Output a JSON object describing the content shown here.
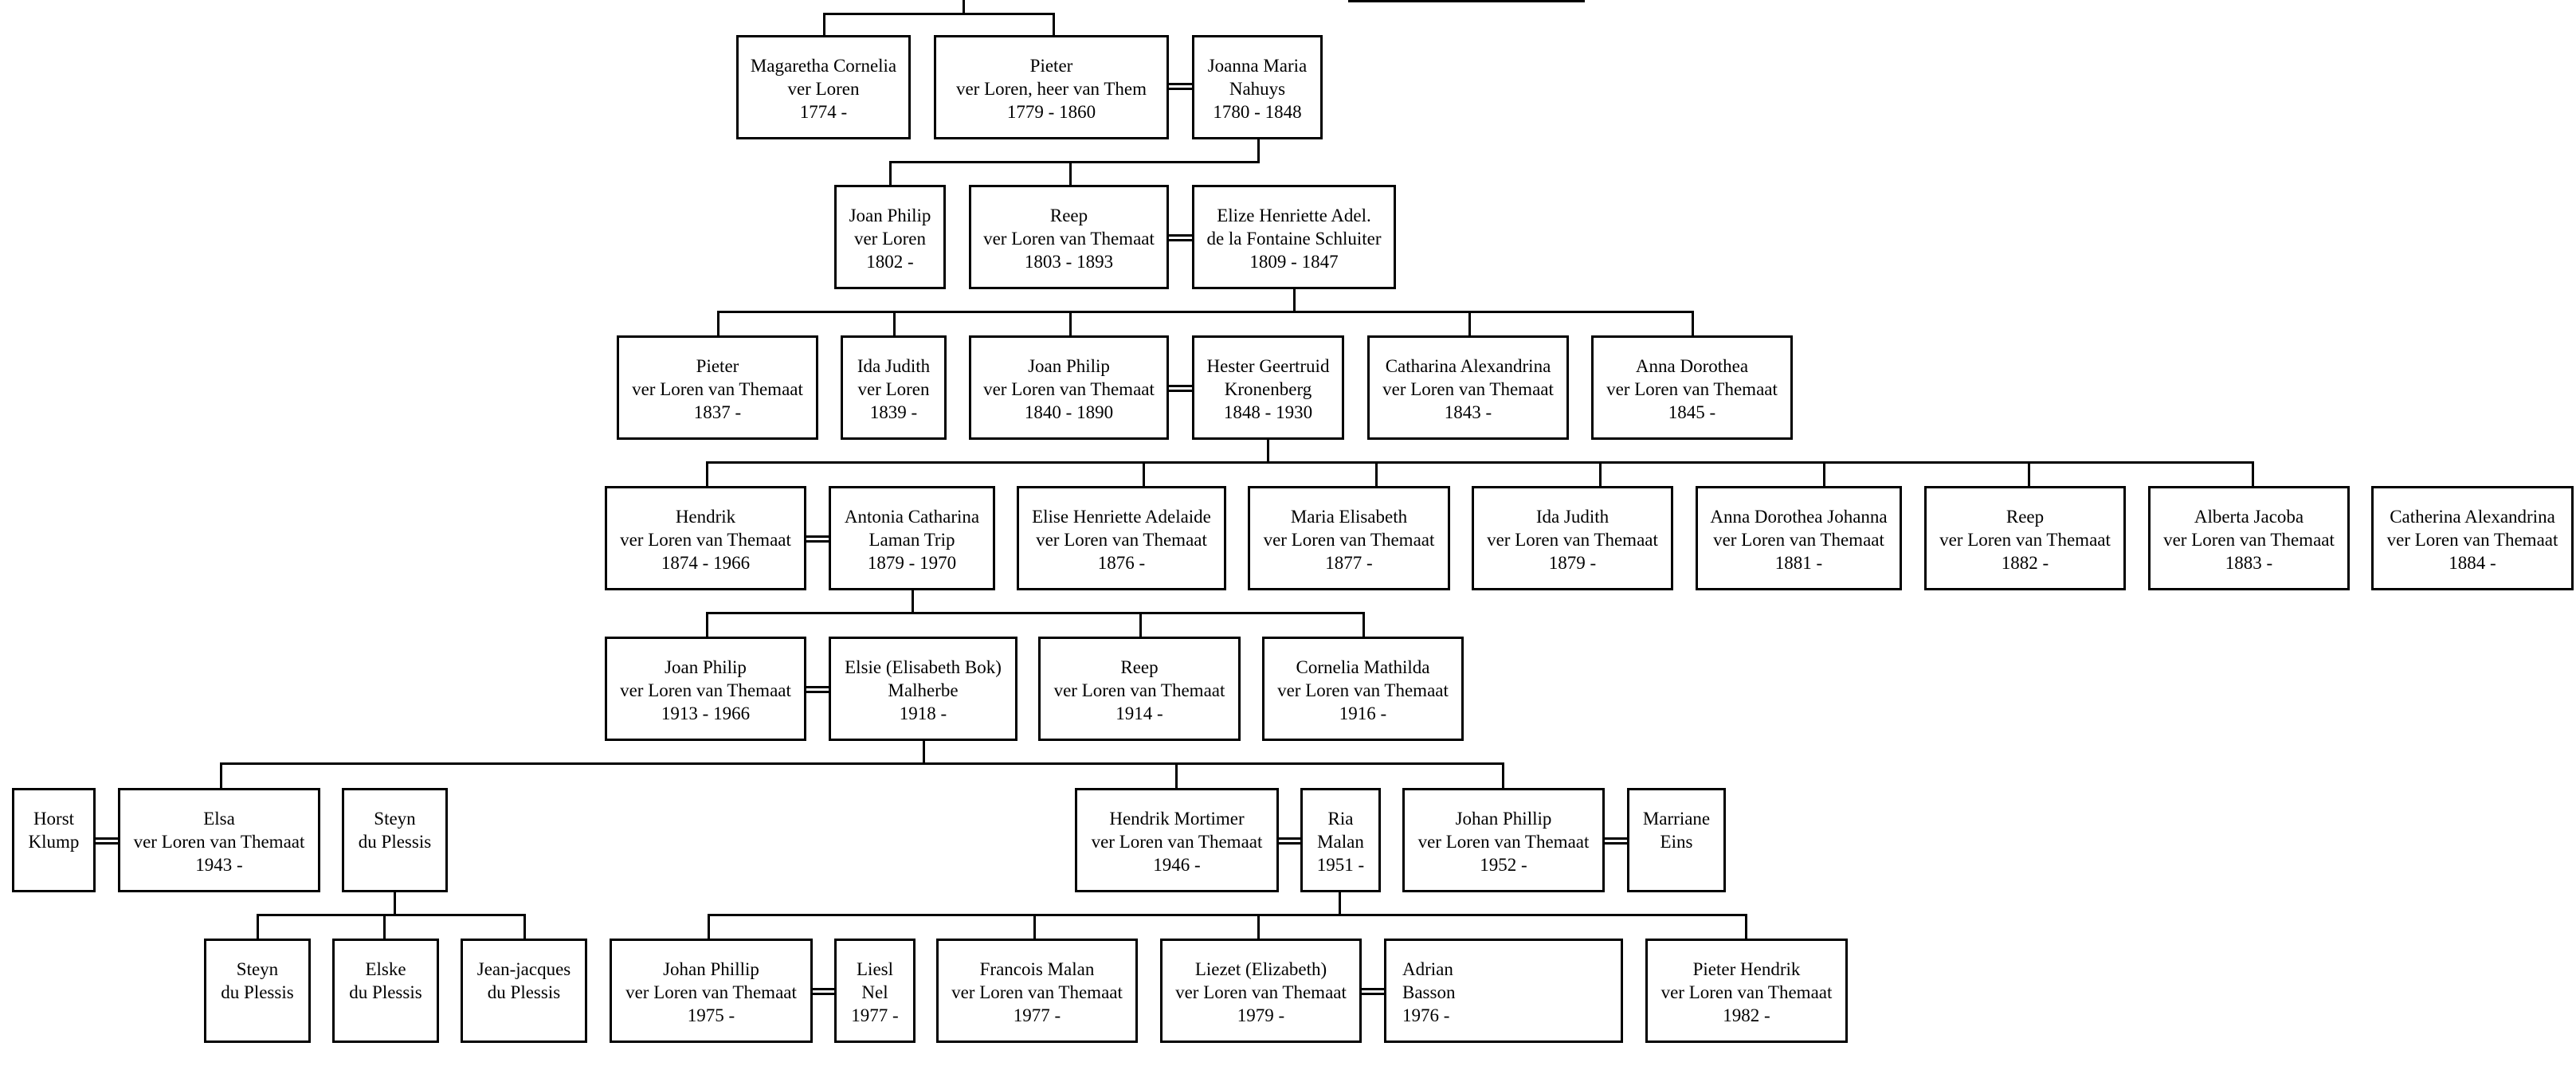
{
  "people": [
    {
      "id": "p1",
      "lines": [
        "Magaretha Cornelia",
        "ver Loren",
        "1774 -"
      ]
    },
    {
      "id": "p2",
      "lines": [
        "Pieter",
        "ver Loren, heer van Them",
        "1779 - 1860"
      ]
    },
    {
      "id": "p3",
      "lines": [
        "Joanna Maria",
        "Nahuys",
        "1780 - 1848"
      ]
    },
    {
      "id": "p4",
      "lines": [
        "Joan Philip",
        "ver Loren",
        "1802 -"
      ]
    },
    {
      "id": "p5",
      "lines": [
        "Reep",
        "ver Loren van Themaat",
        "1803 - 1893"
      ]
    },
    {
      "id": "p6",
      "lines": [
        "Elize Henriette Adel.",
        "de la Fontaine Schluiter",
        "1809 - 1847"
      ]
    },
    {
      "id": "p7",
      "lines": [
        "Pieter",
        "ver Loren van Themaat",
        "1837 -"
      ]
    },
    {
      "id": "p8",
      "lines": [
        "Ida Judith",
        "ver Loren",
        "1839 -"
      ]
    },
    {
      "id": "p9",
      "lines": [
        "Joan Philip",
        "ver Loren van Themaat",
        "1840 - 1890"
      ]
    },
    {
      "id": "p10",
      "lines": [
        "Hester Geertruid",
        "Kronenberg",
        "1848 - 1930"
      ]
    },
    {
      "id": "p11",
      "lines": [
        "Catharina Alexandrina",
        "ver Loren van Themaat",
        "1843 -"
      ]
    },
    {
      "id": "p12",
      "lines": [
        "Anna Dorothea",
        "ver Loren van Themaat",
        "1845 -"
      ]
    },
    {
      "id": "p13",
      "lines": [
        "Hendrik",
        "ver Loren van Themaat",
        "1874 - 1966"
      ]
    },
    {
      "id": "p14",
      "lines": [
        "Antonia Catharina",
        "Laman Trip",
        "1879 - 1970"
      ]
    },
    {
      "id": "p15",
      "lines": [
        "Elise Henriette Adelaide",
        "ver Loren van Themaat",
        "1876 -"
      ]
    },
    {
      "id": "p16",
      "lines": [
        "Maria Elisabeth",
        "ver Loren van Themaat",
        "1877 -"
      ]
    },
    {
      "id": "p17",
      "lines": [
        "Ida Judith",
        "ver Loren van Themaat",
        "1879 -"
      ]
    },
    {
      "id": "p18",
      "lines": [
        "Anna Dorothea Johanna",
        "ver Loren van Themaat",
        "1881 -"
      ]
    },
    {
      "id": "p19",
      "lines": [
        "Reep",
        "ver Loren van Themaat",
        "1882 -"
      ]
    },
    {
      "id": "p20",
      "lines": [
        "Alberta Jacoba",
        "ver Loren van Themaat",
        "1883 -"
      ]
    },
    {
      "id": "p21",
      "lines": [
        "Catherina Alexandrina",
        "ver Loren van Themaat",
        "1884 -"
      ]
    },
    {
      "id": "p22",
      "lines": [
        "Joan Philip",
        "ver Loren van Themaat",
        "1913 - 1966"
      ]
    },
    {
      "id": "p23",
      "lines": [
        "Elsie (Elisabeth Bok)",
        "Malherbe",
        "1918 -"
      ]
    },
    {
      "id": "p24",
      "lines": [
        "Reep",
        "ver Loren van Themaat",
        "1914 -"
      ]
    },
    {
      "id": "p25",
      "lines": [
        "Cornelia Mathilda",
        "ver Loren van Themaat",
        "1916 -"
      ]
    },
    {
      "id": "p26",
      "lines": [
        "Horst",
        "Klump"
      ]
    },
    {
      "id": "p27",
      "lines": [
        "Elsa",
        "ver Loren van Themaat",
        "1943 -"
      ]
    },
    {
      "id": "p28",
      "lines": [
        "Steyn",
        "du Plessis"
      ]
    },
    {
      "id": "p29",
      "lines": [
        "Hendrik Mortimer",
        "ver Loren van Themaat",
        "1946 -"
      ]
    },
    {
      "id": "p30",
      "lines": [
        "Ria",
        "Malan",
        "1951 -"
      ]
    },
    {
      "id": "p31",
      "lines": [
        "Johan Phillip",
        "ver Loren van Themaat",
        "1952 -"
      ]
    },
    {
      "id": "p32",
      "lines": [
        "Marriane",
        "Eins"
      ]
    },
    {
      "id": "p33",
      "lines": [
        "Steyn",
        "du Plessis"
      ]
    },
    {
      "id": "p34",
      "lines": [
        "Elske",
        "du Plessis"
      ]
    },
    {
      "id": "p35",
      "lines": [
        "Jean-jacques",
        "du Plessis"
      ]
    },
    {
      "id": "p36",
      "lines": [
        "Johan Phillip",
        "ver Loren van Themaat",
        "1975 -"
      ]
    },
    {
      "id": "p37",
      "lines": [
        "Liesl",
        "Nel",
        "1977 -"
      ]
    },
    {
      "id": "p38",
      "lines": [
        "Francois Malan",
        "ver Loren van Themaat",
        "1977 -"
      ]
    },
    {
      "id": "p39",
      "lines": [
        "Liezet (Elizabeth)",
        "ver Loren van Themaat",
        "1979 -"
      ]
    },
    {
      "id": "p40",
      "lines": [
        "Adrian",
        "Basson",
        "1976 -"
      ]
    },
    {
      "id": "p41",
      "lines": [
        "Pieter Hendrik",
        "ver Loren van Themaat",
        "1982 -"
      ]
    }
  ]
}
